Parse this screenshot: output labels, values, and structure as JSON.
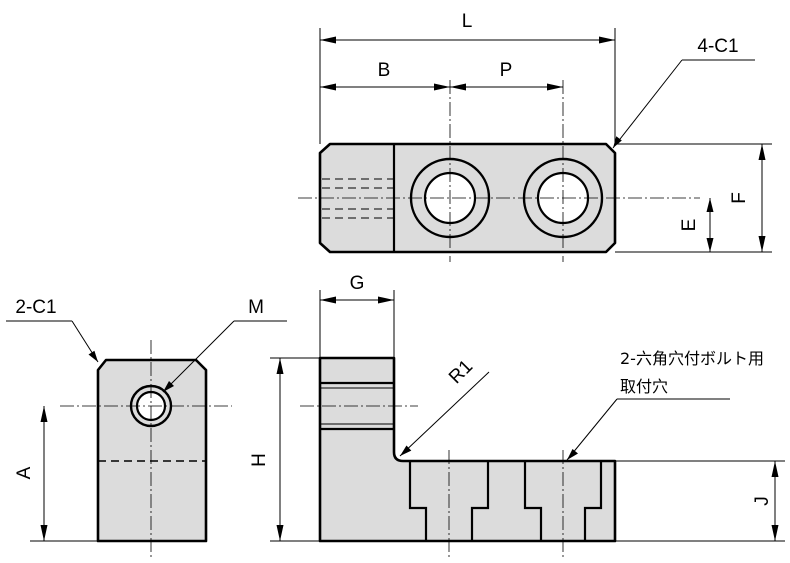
{
  "labels": {
    "L": "L",
    "B": "B",
    "P": "P",
    "F": "F",
    "E": "E",
    "G": "G",
    "H": "H",
    "A": "A",
    "J": "J",
    "M": "M",
    "R1": "R1",
    "chamfer_top_view": "4-C1",
    "chamfer_side_view": "2-C1",
    "hole_note_line1": "2-六角穴付ボルト用",
    "hole_note_line2": "取付穴"
  },
  "colors": {
    "part_fill": "#dcdcdc",
    "line": "#000000",
    "background": "#ffffff"
  }
}
